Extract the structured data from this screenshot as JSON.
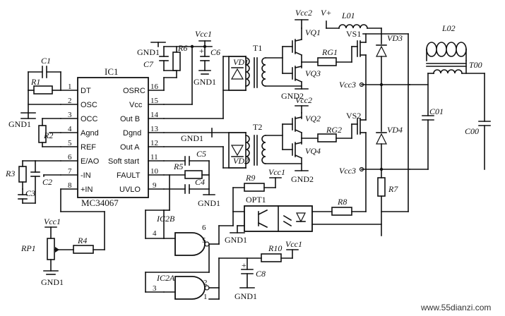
{
  "ic1": {
    "ref": "IC1",
    "part": "MC34067",
    "left_pins": [
      {
        "num": "1",
        "name": "DT"
      },
      {
        "num": "2",
        "name": "OSC"
      },
      {
        "num": "3",
        "name": "OCC"
      },
      {
        "num": "4",
        "name": "Agnd"
      },
      {
        "num": "5",
        "name": "REF"
      },
      {
        "num": "6",
        "name": "E/AO"
      },
      {
        "num": "7",
        "name": "-IN"
      },
      {
        "num": "8",
        "name": "+IN"
      }
    ],
    "right_pins": [
      {
        "num": "16",
        "name": "OSRC"
      },
      {
        "num": "15",
        "name": "Vcc"
      },
      {
        "num": "14",
        "name": "Out B"
      },
      {
        "num": "13",
        "name": "Dgnd"
      },
      {
        "num": "12",
        "name": "Out A"
      },
      {
        "num": "11",
        "name": "Soft start"
      },
      {
        "num": "10",
        "name": "FAULT"
      },
      {
        "num": "9",
        "name": "UVLO"
      }
    ]
  },
  "components": {
    "c1": "C1",
    "r1": "R1",
    "gnd_left": "GND1",
    "r2": "R2",
    "r3": "R3",
    "c2": "C2",
    "c3": "C3",
    "rp1": "RP1",
    "r4": "R4",
    "vcc1_rp": "Vcc1",
    "gnd_rp": "GND1",
    "r5": "R5",
    "c5": "C5",
    "c4": "C4",
    "gnd_c4": "GND1",
    "r6": "R6",
    "c7": "C7",
    "c6": "C6",
    "gnd_c7": "GND1",
    "gnd_c6": "GND1",
    "vcc1_top": "Vcc1",
    "vd1": "VD1",
    "vd2": "VD2",
    "t1": "T1",
    "t2": "T2",
    "gnd_dgnd": "GND1",
    "vcc2_top": "Vcc2",
    "vcc2_mid": "Vcc2",
    "vq1": "VQ1",
    "vq2": "VQ2",
    "vq3": "VQ3",
    "vq4": "VQ4",
    "rg1": "RG1",
    "rg2": "RG2",
    "gnd2_top": "GND2",
    "gnd2_bot": "GND2",
    "vplus": "V+",
    "l01": "L01",
    "vs1": "VS1",
    "vs2": "VS2",
    "vd3": "VD3",
    "vd4": "VD4",
    "vcc3_top": "Vcc3",
    "vcc3_bot": "Vcc3",
    "l02": "L02",
    "t00": "T00",
    "c01": "C01",
    "c00": "C00",
    "r7": "R7",
    "r8": "R8",
    "r9": "R9",
    "vcc1_r9": "Vcc1",
    "opt1": "OPT1",
    "gnd_opt": "GND1",
    "ic2b": "IC2B",
    "ic2a": "IC2A",
    "pin_ic2b_4": "4",
    "pin_ic2b_6": "6",
    "pin_ic2b_5": "5",
    "pin_ic2a_3": "3",
    "pin_ic2a_2": "2",
    "pin_ic2a_1": "1",
    "r10": "R10",
    "vcc1_r10": "Vcc1",
    "c8": "C8",
    "c8_plus": "+",
    "gnd_c8": "GND1",
    "c6_plus": "+"
  },
  "watermark": "www.55dianzi.com"
}
